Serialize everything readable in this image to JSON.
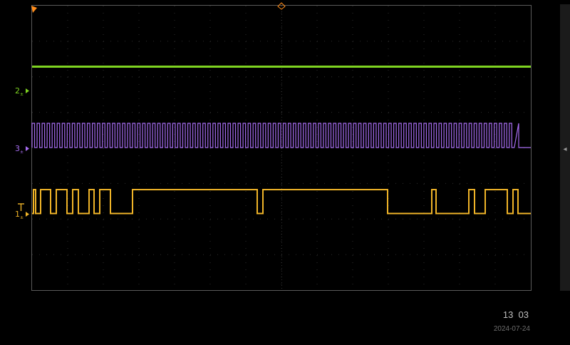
{
  "colors": {
    "background": "#000000",
    "grid_border": "#5a5a5a",
    "grid_dots": "#2e2e2e",
    "ch1": "#f0b428",
    "ch2": "#7ed321",
    "ch3": "#a66cf0",
    "trigger_marker": "#ff8c1a"
  },
  "channels": [
    {
      "id": "ch1",
      "label": "1",
      "color_key": "ch1"
    },
    {
      "id": "ch2",
      "label": "2",
      "color_key": "ch2"
    },
    {
      "id": "ch3",
      "label": "3",
      "color_key": "ch3"
    }
  ],
  "status": {
    "time": "13  03",
    "date": "2024-07-24"
  },
  "icons": {
    "trigger_level": "T-marker",
    "trigger_position": "diamond-marker",
    "side_panel_toggle": "chevron-left-icon"
  },
  "waveforms": {
    "ch2_state": "high-constant",
    "ch3_state": "clock-square-wave-then-low",
    "ch1_pattern": "pulse-train-with-long-high-segments"
  }
}
